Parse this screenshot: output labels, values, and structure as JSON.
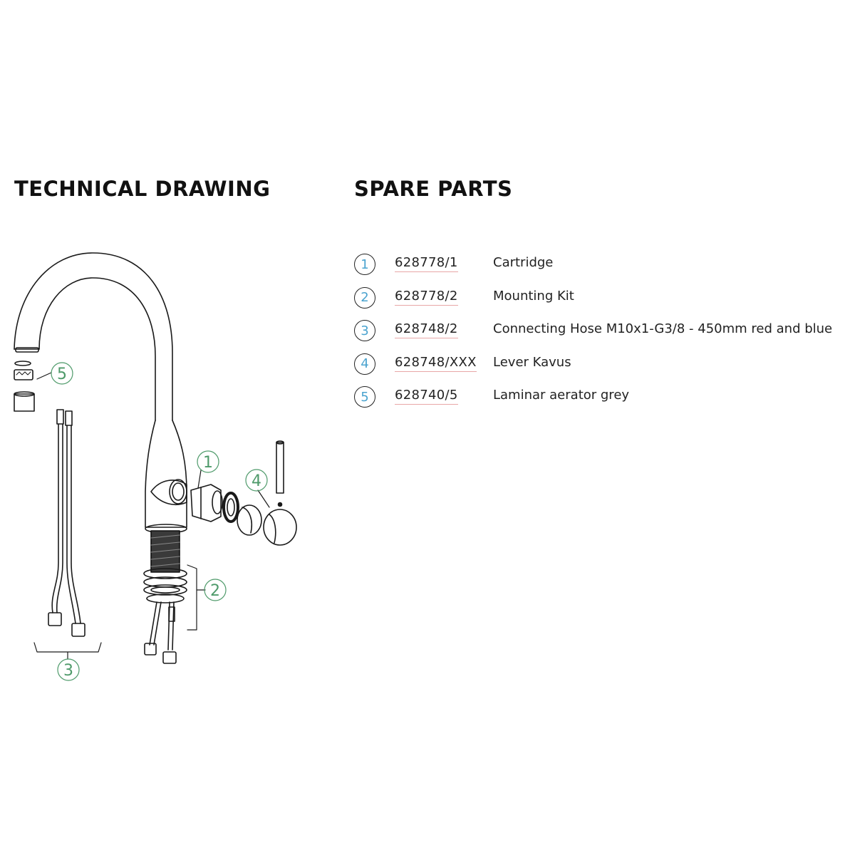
{
  "headings": {
    "technical_drawing": "TECHNICAL DRAWING",
    "spare_parts": "SPARE PARTS"
  },
  "colors": {
    "callout_green": "#4e9a6a",
    "badge_blue": "#4aa3cf",
    "underline_red": "#e8a7a7"
  },
  "callouts": [
    "1",
    "2",
    "3",
    "4",
    "5"
  ],
  "parts": [
    {
      "num": "1",
      "code": "628778/1",
      "desc": "Cartridge"
    },
    {
      "num": "2",
      "code": "628778/2",
      "desc": "Mounting Kit"
    },
    {
      "num": "3",
      "code": "628748/2",
      "desc": "Connecting Hose M10x1-G3/8 - 450mm red and blue"
    },
    {
      "num": "4",
      "code": "628748/XXX",
      "desc": "Lever Kavus"
    },
    {
      "num": "5",
      "code": "628740/5",
      "desc": "Laminar aerator grey"
    }
  ]
}
